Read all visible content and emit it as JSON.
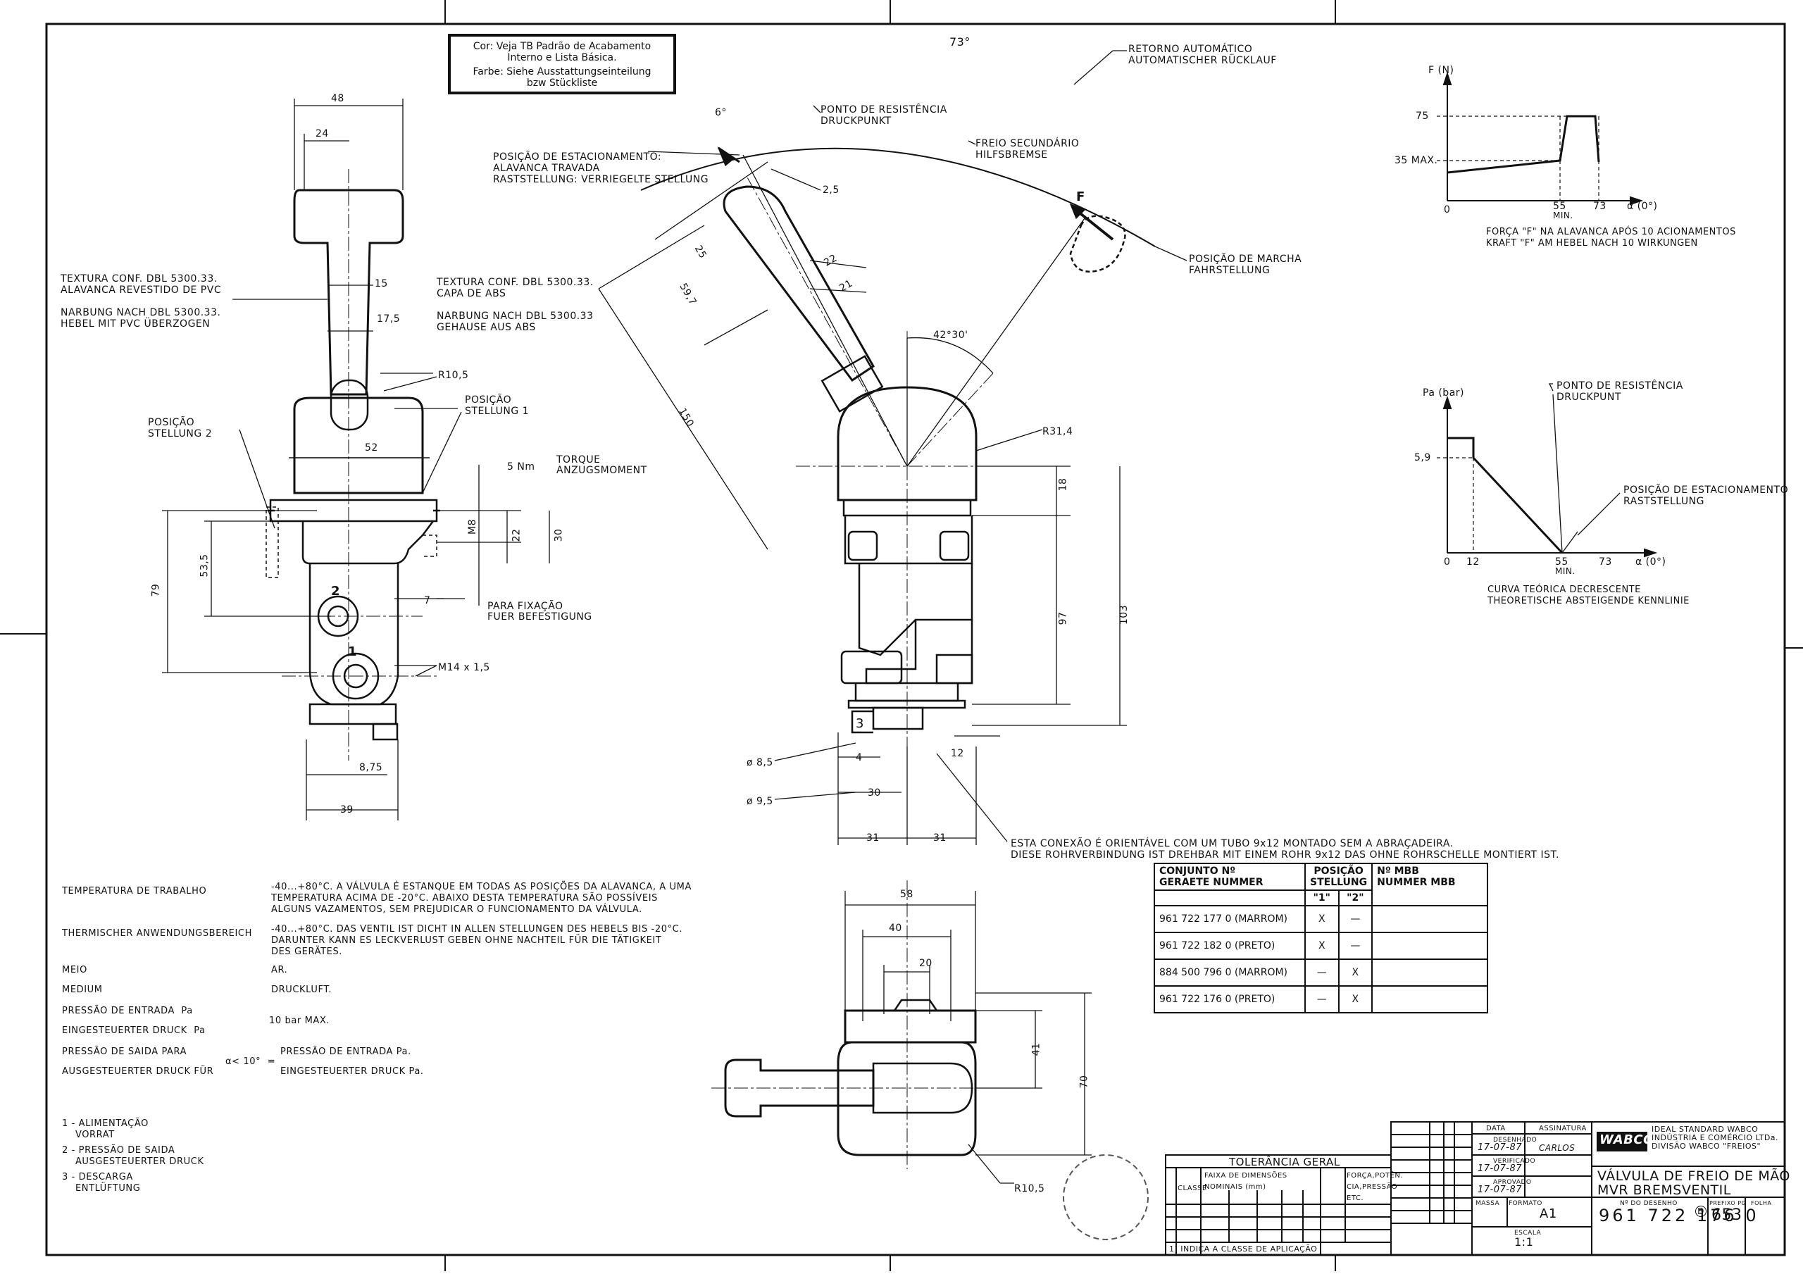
{
  "color_box": {
    "line1": "Cor: Veja TB Padrão de Acabamento",
    "line2": "Interno e Lista Básica.",
    "line3": "Farbe: Siehe Ausstattungseinteilung",
    "line4": "bzw Stückliste"
  },
  "front_view": {
    "dim_48": "48",
    "dim_24": "24",
    "dim_15": "15",
    "dim_17_5": "17,5",
    "dim_r10_5": "R10,5",
    "dim_52": "52",
    "dim_53_5": "53,5",
    "dim_79": "79",
    "dim_m8": "M8",
    "dim_22": "22",
    "dim_30": "30",
    "dim_7": "7",
    "dim_8_75": "8,75",
    "dim_39": "39",
    "thread": "M14 x 1,5",
    "torque_value": "5",
    "torque_unit": "Nm",
    "torque_pt": "TORQUE",
    "torque_de": "ANZUGSMOMENT",
    "fix_pt": "PARA FIXAÇÃO",
    "fix_de": "FUER BEFESTIGUNG",
    "pos2_pt": "POSIÇÃO",
    "pos2_de": "STELLUNG",
    "pos2_num": "2",
    "pos1_pt": "POSIÇÃO",
    "pos1_de": "STELLUNG",
    "pos1_num": "1",
    "port1": "1",
    "port2": "2"
  },
  "texture_notes": {
    "left_pt1": "TEXTURA CONF. DBL 5300.33.",
    "left_pt2": "ALAVANCA REVESTIDO DE PVC",
    "left_de1": "NARBUNG NACH DBL 5300.33.",
    "left_de2": "HEBEL MIT PVC ÜBERZOGEN",
    "right_pt1": "TEXTURA CONF. DBL 5300.33.",
    "right_pt2": "CAPA DE ABS",
    "right_de1": "NARBUNG NACH DBL 5300.33",
    "right_de2": "GEHAUSE AUS ABS"
  },
  "side_view": {
    "angle_73": "73°",
    "angle_6": "6°",
    "angle_42_30": "42°30'",
    "dim_2_5": "2,5",
    "dim_25": "25",
    "dim_59_7": "59,7",
    "dim_22": "22",
    "dim_21": "21",
    "dim_150": "150",
    "dim_r31_4": "R31,4",
    "dim_18": "18",
    "dim_97": "97",
    "dim_103": "103",
    "dim_3": "3",
    "dim_4": "4",
    "dim_12": "12",
    "dim_30": "30",
    "dim_31a": "31",
    "dim_31b": "31",
    "dim_d8_5": "ø 8,5",
    "dim_d9_5": "ø 9,5",
    "force": "F",
    "retorno_pt": "RETORNO AUTOMÁTICO",
    "retorno_de": "AUTOMATISCHER RÜCKLAUF",
    "ponto_pt": "PONTO DE RESISTÊNCIA",
    "ponto_de": "DRUCKPUNKT",
    "freio_pt": "FREIO SECUNDÁRIO",
    "freio_de": "HILFSBREMSE",
    "estac_pt1": "POSIÇÃO DE ESTACIONAMENTO:",
    "estac_pt2": "ALAVANCA TRAVADA",
    "estac_de": "RASTSTELLUNG: VERRIEGELTE STELLUNG",
    "marcha_pt": "POSIÇÃO DE MARCHA",
    "marcha_de": "FAHRSTELLUNG",
    "conn_pt": "ESTA CONEXÃO É ORIENTÁVEL COM UM TUBO 9x12 MONTADO SEM A ABRAÇADEIRA.",
    "conn_de": "DIESE ROHRVERBINDUNG IST DREHBAR MIT EINEM ROHR 9x12 DAS OHNE ROHRSCHELLE MONTIERT IST."
  },
  "top_view": {
    "dim_58": "58",
    "dim_40": "40",
    "dim_20": "20",
    "dim_41": "41",
    "dim_70": "70",
    "dim_r10_5": "R10,5"
  },
  "chart_force": {
    "ylabel": "F (N)",
    "y75": "75",
    "y35": "35 MAX.",
    "x0": "0",
    "x55": "55",
    "xmin": "MIN.",
    "x73": "73",
    "xlabel": "α (0°)",
    "caption_pt": "FORÇA \"F\" NA ALAVANCA APÓS 10 ACIONAMENTOS",
    "caption_de": "KRAFT \"F\" AM HEBEL NACH 10 WIRKUNGEN"
  },
  "chart_pressure": {
    "ylabel": "Pa (bar)",
    "y59": "5,9",
    "x0": "0",
    "x12": "12",
    "x55": "55",
    "xmin": "MIN.",
    "x73": "73",
    "xlabel": "α (0°)",
    "ponto_pt": "PONTO DE RESISTÊNCIA",
    "ponto_de": "DRUCKPUNT",
    "estac_pt": "POSIÇÃO DE ESTACIONAMENTO",
    "estac_de": "RASTSTELLUNG",
    "caption_pt": "CURVA TEÓRICA DECRESCENTE",
    "caption_de": "THEORETISCHE ABSTEIGENDE KENNLINIE"
  },
  "specs": {
    "temp_pt_label": "TEMPERATURA DE TRABALHO",
    "temp_pt_val1": "-40...+80°C. A VÁLVULA É ESTANQUE EM TODAS AS POSIÇÕES DA ALAVANCA, A UMA",
    "temp_pt_val2": "TEMPERATURA ACIMA DE -20°C. ABAIXO DESTA TEMPERATURA SÃO POSSÍVEIS",
    "temp_pt_val3": "ALGUNS VAZAMENTOS, SEM PREJUDICAR O FUNCIONAMENTO DA VÁLVULA.",
    "temp_de_label": "THERMISCHER ANWENDUNGSBEREICH",
    "temp_de_val1": "-40...+80°C. DAS VENTIL IST DICHT IN ALLEN STELLUNGEN DES HEBELS BIS -20°C.",
    "temp_de_val2": "DARUNTER KANN ES LECKVERLUST GEBEN OHNE NACHTEIL FÜR DIE TÄTIGKEIT",
    "temp_de_val3": "DES GERÄTES.",
    "meio_label": "MEIO",
    "meio_val": "AR.",
    "medium_label": "MEDIUM",
    "medium_val": "DRUCKLUFT.",
    "pa_pt_label": "PRESSÃO DE ENTRADA  Pa",
    "pa_de_label": "EINGESTEUERTER DRUCK  Pa",
    "pa_val": "10 bar MAX.",
    "saida_pt_label": "PRESSÃO DE SAIDA PARA",
    "saida_de_label": "AUSGESTEUERTER DRUCK FÜR",
    "saida_cond": "α< 10°  =",
    "saida_pt_val": "PRESSÃO DE ENTRADA Pa.",
    "saida_de_val": "EINGESTEUERTER DRUCK Pa.",
    "port1_pt": "ALIMENTAÇÃO",
    "port1_de": "VORRAT",
    "port2_pt": "PRESSÃO DE SAIDA",
    "port2_de": "AUSGESTEUERTER DRUCK",
    "port3_pt": "DESCARGA",
    "port3_de": "ENTLÜFTUNG"
  },
  "variants_table": {
    "h_conjunto": "CONJUNTO Nº",
    "h_geraete": "GERAETE NUMMER",
    "h_posicao": "POSIÇÃO",
    "h_stellung": "STELLUNG",
    "h_p1": "\"1\"",
    "h_p2": "\"2\"",
    "h_mbb": "Nº MBB",
    "h_nummer": "NUMMER MBB",
    "rows": [
      {
        "part": "961 722 177 0 (MARROM)",
        "p1": "X",
        "p2": "—"
      },
      {
        "part": "961 722 182 0 (PRETO)",
        "p1": "X",
        "p2": "—"
      },
      {
        "part": "884 500 796 0 (MARROM)",
        "p1": "—",
        "p2": "X"
      },
      {
        "part": "961 722 176 0 (PRETO)",
        "p1": "—",
        "p2": "X"
      }
    ]
  },
  "tolerance_table": {
    "title": "TOLERÂNCIA GERAL",
    "classe": "CLASSE",
    "faixa": "FAIXA DE DIMENSÕES NOMINAIS (mm)",
    "forca": "FORÇA,POTÊN. CIA,PRESSÃO ETC.",
    "note": "1) INDICA A CLASSE DE APLICAÇÃO"
  },
  "title_block": {
    "data_label": "DATA",
    "assinatura_label": "ASSINATURA",
    "desenhado_label": "DESENHADO",
    "desenhado_date": "17-07-87",
    "desenhado_name": "CARLOS",
    "verificado_label": "VERIFICADO",
    "verificado_date": "17-07-87",
    "aprovado_label": "APROVADO",
    "aprovado_date": "17-07-87",
    "company": "WABCO",
    "company_line1": "IDEAL STANDARD WABCO",
    "company_line2": "INDÚSTRIA E COMÉRCIO LTDa.",
    "company_line3": "DIVISÃO WABCO \"FREIOS\"",
    "title_pt": "VÁLVULA DE FREIO DE MÃO",
    "title_de": "MVR BREMSVENTIL",
    "massa_label": "MASSA",
    "formato_label": "FORMATO",
    "formato": "A1",
    "escala_label": "ESCALA",
    "escala": "1:1",
    "desenho_label": "Nº DO DESENHO",
    "desenho": "961 722 176 0",
    "prefixo_label": "PREFIXO PG",
    "prefixo": "653",
    "folha_label": "FOLHA",
    "revision": "D"
  }
}
